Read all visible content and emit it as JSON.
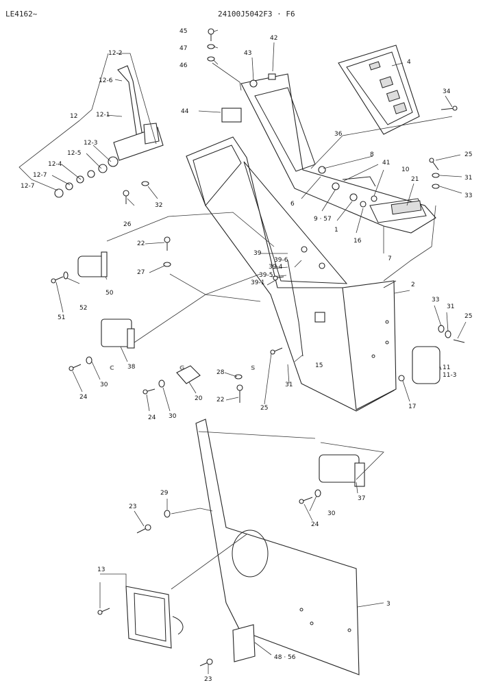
{
  "header": {
    "left_code": "LE4162~",
    "center_code": "24100J5042F3 · F6"
  },
  "watermark": {
    "letters": [
      "C",
      "G",
      "S",
      "C"
    ],
    "colors": [
      "#4a90e8",
      "#ef6b64",
      "#f3c945",
      "#2e9e6a"
    ]
  },
  "callouts": {
    "c45": "45",
    "c47": "47",
    "c46": "46",
    "c43": "43",
    "c42": "42",
    "c4": "4",
    "c34": "34",
    "c44": "44",
    "c36": "36",
    "c8": "8",
    "c41": "41",
    "c10": "10",
    "c25a": "25",
    "c31a": "31",
    "c33a": "33",
    "c21": "21",
    "c6": "6",
    "c9_57": "9 · 57",
    "c1": "1",
    "c16": "16",
    "c7": "7",
    "c12_2": "12-2",
    "c12_6": "12-6",
    "c12": "12",
    "c12_1": "12-1",
    "c12_3": "12-3",
    "c12_5": "12-5",
    "c12_4": "12-4",
    "c12_7a": "12-7",
    "c12_7b": "12-7",
    "c32": "32",
    "c26": "26",
    "c22a": "22",
    "c39": "39",
    "c39_6": "39-6",
    "c39_4": "39-4",
    "c39_5": "39-5",
    "c39_1": "39-1",
    "c27": "27",
    "c50": "50",
    "c52": "52",
    "c51": "51",
    "c2": "2",
    "c33b": "33",
    "c31b": "31",
    "c25b": "25",
    "c11": "11",
    "c11_3": "11-3",
    "c38": "38",
    "c30a": "30",
    "c24a": "24",
    "c20": "20",
    "c24b": "24",
    "c30b": "30",
    "c28": "28",
    "c22b": "22",
    "c15": "15",
    "c31c": "31",
    "c25c": "25",
    "c17": "17",
    "c29": "29",
    "c23a": "23",
    "c37": "37",
    "c30c": "30",
    "c24c": "24",
    "c13": "13",
    "c3": "3",
    "c48_56": "48 · 56",
    "c23b": "23"
  }
}
